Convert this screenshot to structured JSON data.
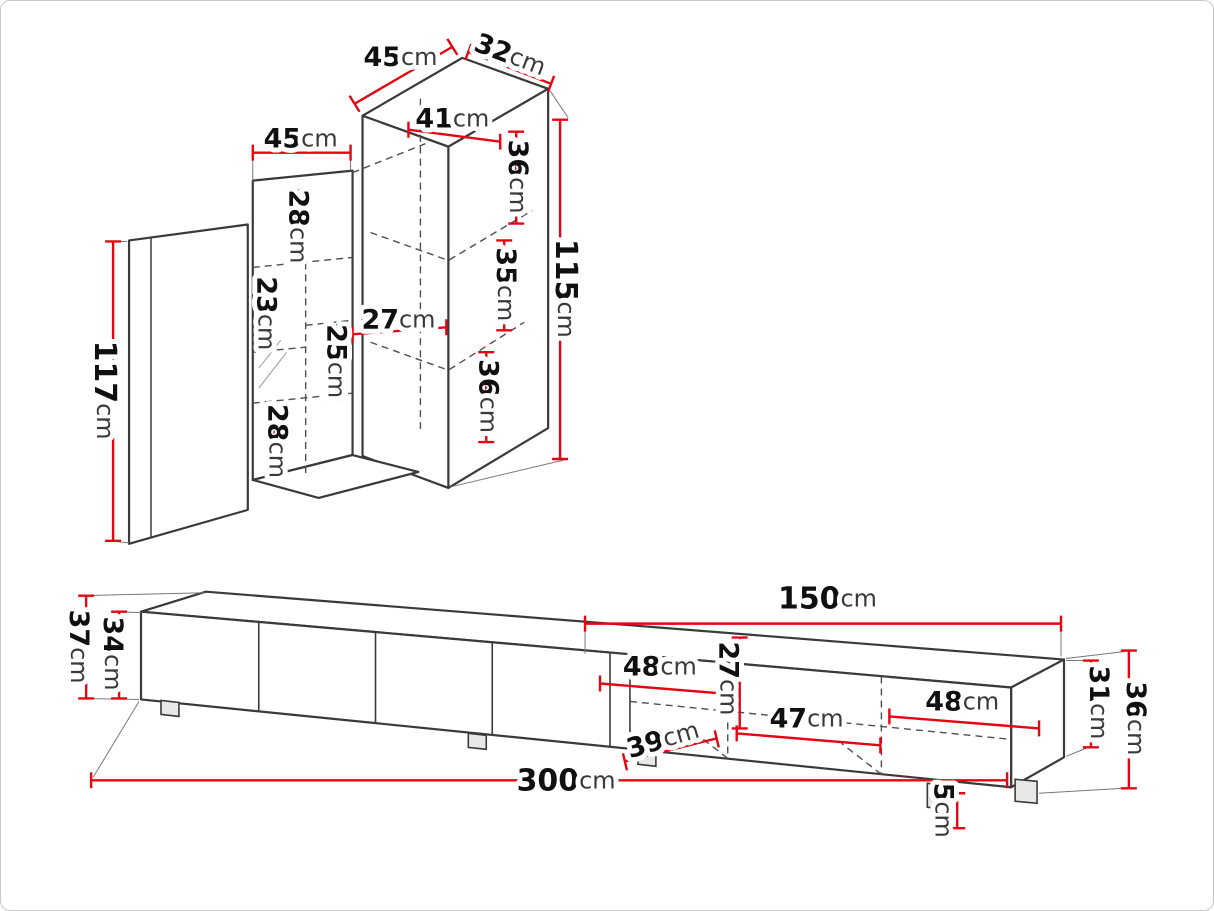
{
  "meta": {
    "description": "Furniture dimension diagram (wall cabinet set and TV stand)",
    "unit": "cm",
    "colors": {
      "background": "#ffffff",
      "frame_border": "#c9c9c9",
      "outline": "#3a3a3a",
      "hidden_line": "#4f4f4f",
      "dimension_line": "#e30613",
      "number_text": "#101010",
      "unit_text": "#3a3a3a"
    }
  },
  "wall_unit": {
    "dims": {
      "top45": {
        "value": "45",
        "unit": "cm"
      },
      "depth32": {
        "value": "32",
        "unit": "cm"
      },
      "mid45": {
        "value": "45",
        "unit": "cm"
      },
      "inner41": {
        "value": "41",
        "unit": "cm"
      },
      "right36top": {
        "value": "36",
        "unit": "cm"
      },
      "right35": {
        "value": "35",
        "unit": "cm"
      },
      "right36bottom": {
        "value": "36",
        "unit": "cm"
      },
      "height115": {
        "value": "115",
        "unit": "cm"
      },
      "mid28top": {
        "value": "28",
        "unit": "cm"
      },
      "mid23": {
        "value": "23",
        "unit": "cm"
      },
      "mid25": {
        "value": "25",
        "unit": "cm"
      },
      "mid28bottom": {
        "value": "28",
        "unit": "cm"
      },
      "depth27": {
        "value": "27",
        "unit": "cm"
      },
      "height117": {
        "value": "117",
        "unit": "cm"
      }
    }
  },
  "tv_stand": {
    "dims": {
      "width150": {
        "value": "150",
        "unit": "cm"
      },
      "height37": {
        "value": "37",
        "unit": "cm"
      },
      "height34": {
        "value": "34",
        "unit": "cm"
      },
      "inner48left": {
        "value": "48",
        "unit": "cm"
      },
      "inner27": {
        "value": "27",
        "unit": "cm"
      },
      "depth39": {
        "value": "39",
        "unit": "cm"
      },
      "inner47": {
        "value": "47",
        "unit": "cm"
      },
      "inner48right": {
        "value": "48",
        "unit": "cm"
      },
      "height31": {
        "value": "31",
        "unit": "cm"
      },
      "height36": {
        "value": "36",
        "unit": "cm"
      },
      "width300": {
        "value": "300",
        "unit": "cm"
      },
      "leg5": {
        "value": "5",
        "unit": "cm"
      }
    }
  }
}
